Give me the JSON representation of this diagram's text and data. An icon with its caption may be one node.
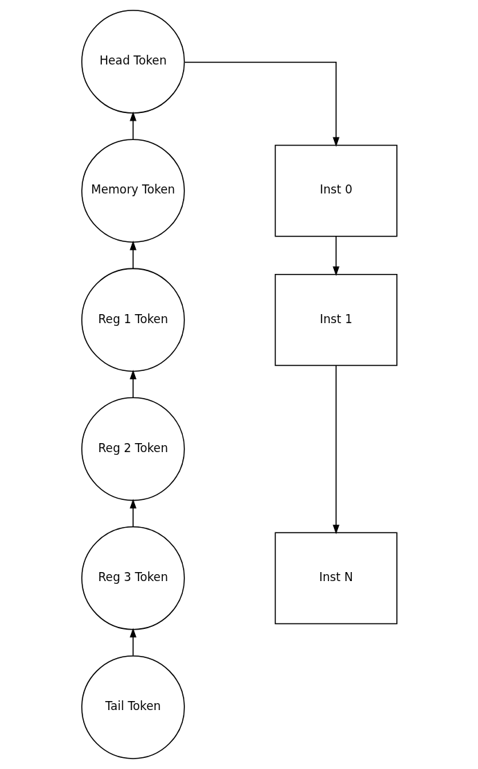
{
  "diagram": {
    "nodes": [
      {
        "text": [
          "Head Token"
        ]
      },
      {
        "text": [
          "Memory Token"
        ]
      },
      {
        "text": [
          "Reg 1 Token"
        ]
      },
      {
        "text": [
          "Reg 2 Token"
        ]
      },
      {
        "text": [
          "Reg 3 Token"
        ]
      },
      {
        "text": [
          "Tail Token"
        ]
      },
      {
        "text": [
          "Inst 0"
        ]
      },
      {
        "text": [
          "Inst 1"
        ]
      },
      {
        "text": [
          "Inst N"
        ]
      }
    ],
    "edges": [
      {
        "from": 1,
        "to": 0,
        "arrow": "to"
      },
      {
        "from": 2,
        "to": 1,
        "arrow": "to"
      },
      {
        "from": 3,
        "to": 2,
        "arrow": "to"
      },
      {
        "from": 4,
        "to": 3,
        "arrow": "to"
      },
      {
        "from": 5,
        "to": 4,
        "arrow": "to"
      },
      {
        "from": 0,
        "to": 6,
        "arrow": "to"
      },
      {
        "from": 6,
        "to": 7,
        "arrow": "to"
      },
      {
        "from": 7,
        "to": 8,
        "arrow": "to"
      }
    ]
  }
}
